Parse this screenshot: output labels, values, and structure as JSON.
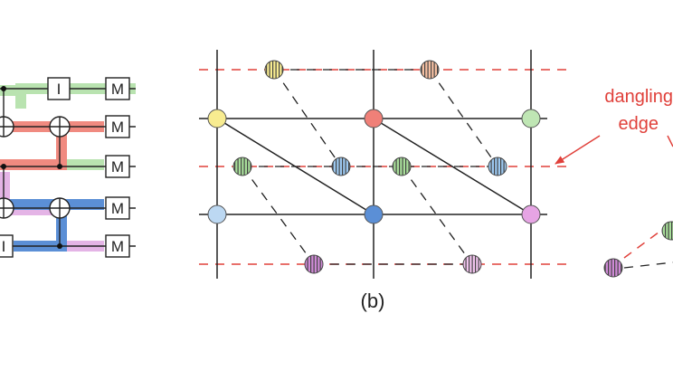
{
  "panel_a": {
    "gate_identity_label": "I",
    "measure_labels": [
      "M",
      "M",
      "M",
      "M",
      "M"
    ],
    "identity_label_row5": "I"
  },
  "panel_b": {
    "caption": "(b)"
  },
  "panel_c": {
    "annotation_line1": "dangling",
    "annotation_line2": "edge"
  },
  "colors": {
    "wire_green": "#b9e3b0",
    "wire_red": "#f08a80",
    "wire_pink": "#e4b4e6",
    "wire_blue": "#5b8fd6",
    "node_yellow": "#f8ec90",
    "node_red": "#f08078",
    "node_green": "#bfe6b4",
    "node_lightblue": "#bcd8f2",
    "node_blue": "#5b8fd6",
    "node_pink": "#e6a4e4",
    "dashed_red": "#e0403a",
    "annotation": "#e0403a"
  }
}
